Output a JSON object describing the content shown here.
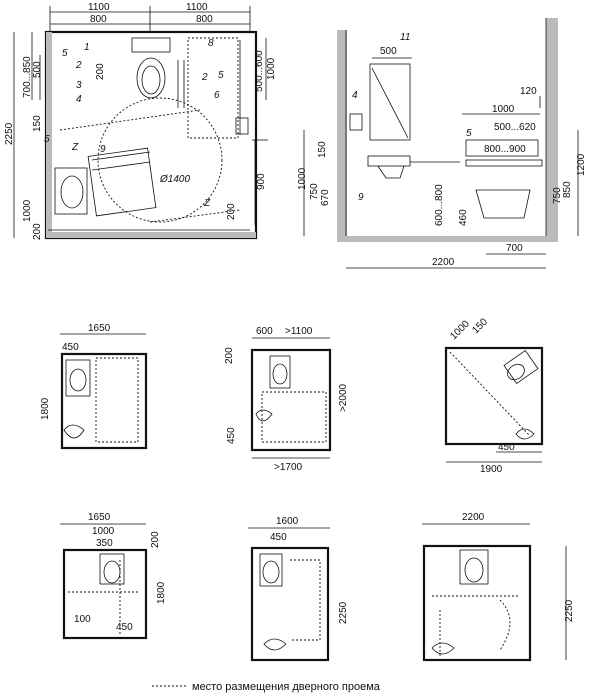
{
  "top_plan": {
    "dims_top": [
      "1100",
      "1100"
    ],
    "dims_sub": [
      "800",
      "800"
    ],
    "dims_left": [
      "2250",
      "700...850",
      "500",
      "150",
      "1000",
      "200"
    ],
    "dims_inner": [
      "200",
      "500...600",
      "1000",
      "900",
      "200"
    ],
    "circle": "Ø1400",
    "callouts": [
      "1",
      "2",
      "3",
      "4",
      "5",
      "Z",
      "9",
      "8",
      "2",
      "5",
      "6",
      "5",
      "Z"
    ]
  },
  "elevation": {
    "dims": [
      "500",
      "120",
      "1000",
      "500...620",
      "800...900",
      "150",
      "1000",
      "750",
      "670",
      "600...800",
      "460",
      "750",
      "850",
      "1200",
      "700",
      "2200"
    ],
    "callouts": [
      "11",
      "4",
      "5",
      "9"
    ]
  },
  "plans_row2": [
    {
      "dims": [
        "1650",
        "450",
        "1800"
      ]
    },
    {
      "dims": [
        "600",
        ">1100",
        "200",
        ">2000",
        "450",
        ">1700"
      ]
    },
    {
      "dims": [
        "1000",
        "150",
        "450",
        "1900"
      ]
    }
  ],
  "plans_row3": [
    {
      "dims": [
        "1650",
        "1000",
        "350",
        "200",
        "1800",
        "100",
        "450"
      ]
    },
    {
      "dims": [
        "1600",
        "450",
        "2250"
      ]
    },
    {
      "dims": [
        "2200",
        "2250"
      ]
    }
  ],
  "legend": {
    "text": "место размещения дверного проема"
  }
}
